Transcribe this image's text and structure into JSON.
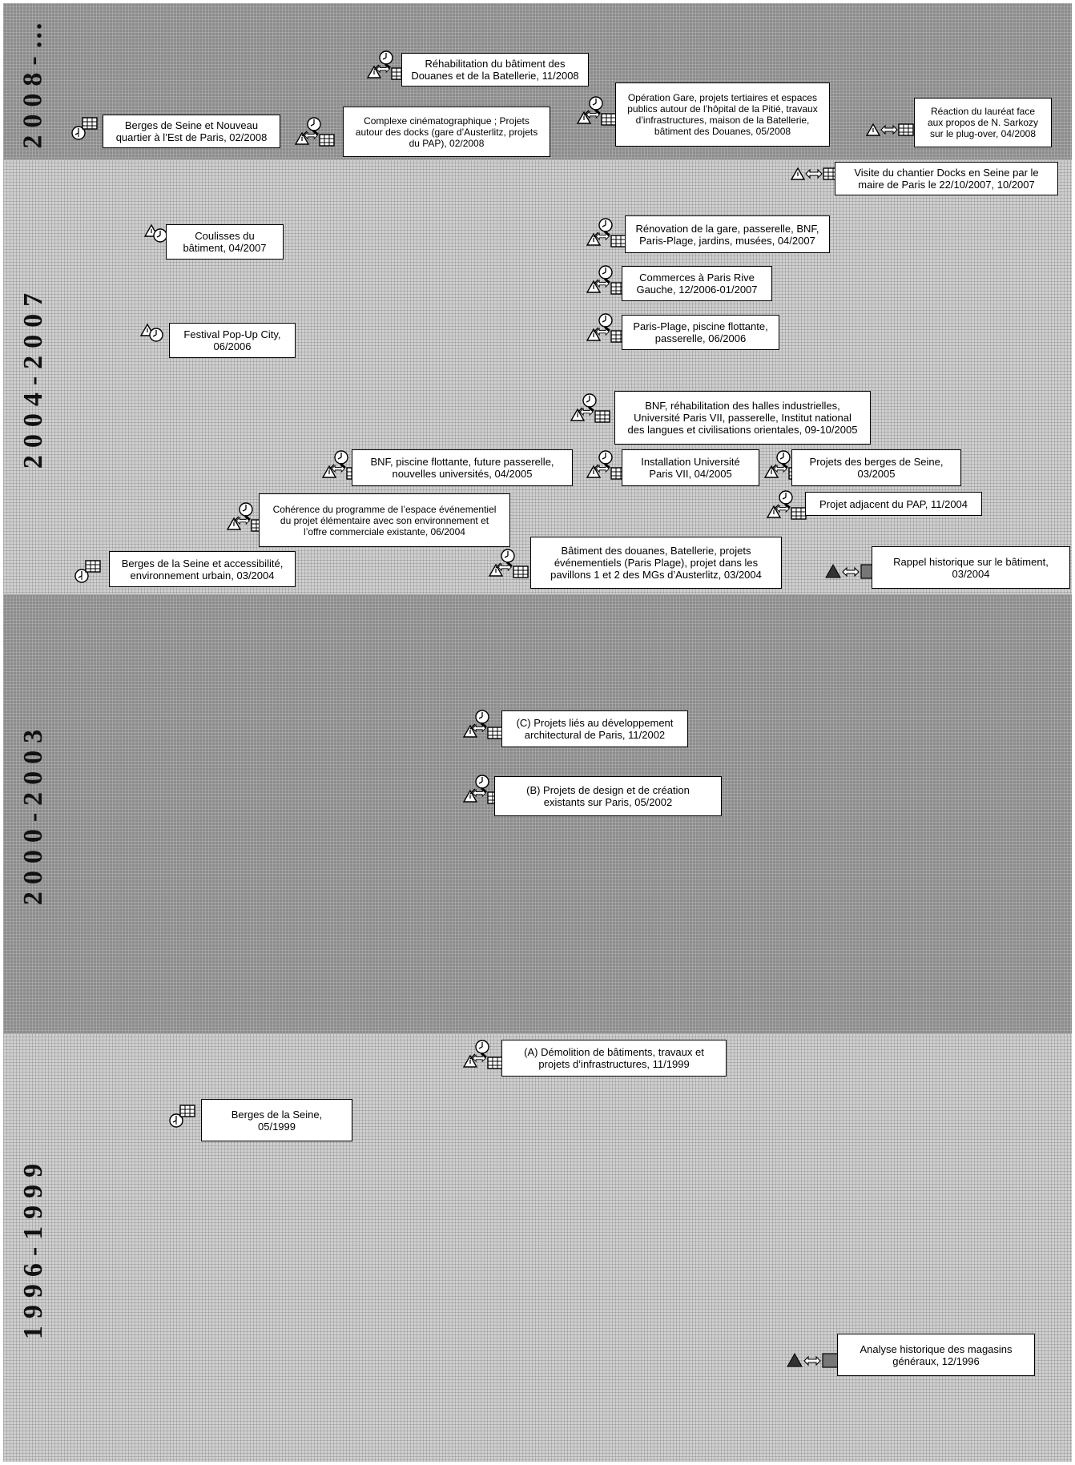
{
  "periods": {
    "p2008": "2008-…",
    "p2004": "2004-2007",
    "p2000": "2000-2003",
    "p1996": "1996-1999"
  },
  "events": {
    "e01": "Réhabilitation du bâtiment des\nDouanes et de la Batellerie, 11/2008",
    "e02": "Berges de Seine et Nouveau\nquartier à l’Est de Paris, 02/2008",
    "e03": "Complexe cinématographique ; Projets\nautour des docks (gare d’Austerlitz, projets\ndu PAP), 02/2008",
    "e04": "Opération Gare, projets tertiaires et espaces\npublics autour de l’hôpital de la Pitié, travaux\nd’infrastructures, maison de la Batellerie,\nbâtiment des Douanes, 05/2008",
    "e05": "Réaction du lauréat face\naux propos de N. Sarkozy\nsur le plug-over, 04/2008",
    "e06": "Visite du chantier Docks en Seine par le\nmaire de Paris le 22/10/2007, 10/2007",
    "e07": "Coulisses du\nbâtiment, 04/2007",
    "e08": "Rénovation de la gare, passerelle, BNF,\nParis-Plage, jardins, musées, 04/2007",
    "e09": "Commerces à Paris Rive\nGauche, 12/2006-01/2007",
    "e10": "Festival Pop-Up City,\n06/2006",
    "e11": "Paris-Plage, piscine flottante,\npasserelle, 06/2006",
    "e12": "BNF, réhabilitation des halles industrielles,\nUniversité Paris VII,  passerelle, Institut national\ndes langues et civilisations orientales, 09-10/2005",
    "e13": "BNF, piscine flottante, future passerelle,\nnouvelles universités, 04/2005",
    "e14": "Installation Université\nParis VII, 04/2005",
    "e15": "Projets des berges de Seine,\n03/2005",
    "e16": "Projet adjacent du PAP, 11/2004",
    "e17": "Cohérence du programme de l’espace événementiel\ndu projet élémentaire avec son environnement et\nl’offre commerciale existante, 06/2004",
    "e18": "Berges de la Seine et accessibilité,\nenvironnement urbain, 03/2004",
    "e19": "Bâtiment des douanes, Batellerie,  projets\névénementiels (Paris Plage), projet dans les\npavillons 1 et 2 des MGs d’Austerlitz, 03/2004",
    "e20": "Rappel historique sur le bâtiment,\n03/2004",
    "e21": "(C) Projets liés au développement\narchitectural de Paris, 11/2002",
    "e22": "(B) Projets de design et de création\nexistants sur Paris, 05/2002",
    "e23": "(A) Démolition de bâtiments, travaux et\nprojets d’infrastructures, 11/1999",
    "e24": "Berges de la Seine,\n05/1999",
    "e25": "Analyse historique des magasins\ngénéraux, 12/1996"
  },
  "icon_types": [
    "clock-grid-icon",
    "triangle-clock-icon",
    "triangle-arrow-grid-icon",
    "clock-triangle-grid-icon",
    "filled-triangle-arrow-square-icon"
  ]
}
